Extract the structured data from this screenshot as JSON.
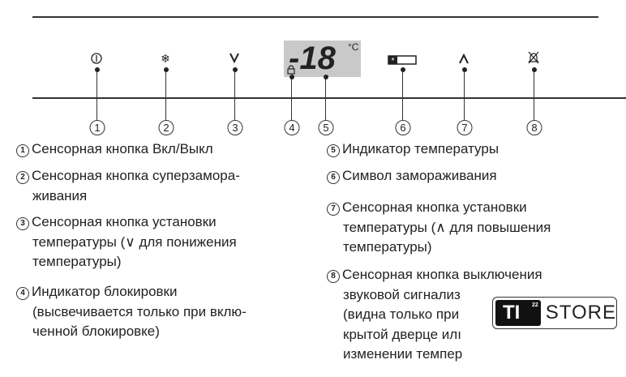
{
  "diagram": {
    "display_temperature": "-18",
    "display_unit": "°C",
    "markers": [
      {
        "number": "1",
        "icon": "power-icon",
        "glyph": "⏀"
      },
      {
        "number": "2",
        "icon": "snowflake-icon",
        "glyph": "❄"
      },
      {
        "number": "3",
        "icon": "chevron-down-icon",
        "glyph": "∨"
      },
      {
        "number": "4",
        "icon": "lock-icon",
        "glyph": "🔒"
      },
      {
        "number": "5",
        "icon": "temperature-display",
        "glyph": ""
      },
      {
        "number": "6",
        "icon": "freeze-symbol-icon",
        "glyph": ""
      },
      {
        "number": "7",
        "icon": "chevron-up-icon",
        "glyph": "∧"
      },
      {
        "number": "8",
        "icon": "alarm-off-icon",
        "glyph": "🔕"
      }
    ]
  },
  "legend_left": [
    {
      "n": "1",
      "lines": [
        "Сенсорная кнопка Вкл/Выкл"
      ]
    },
    {
      "n": "2",
      "lines": [
        "Сенсорная кнопка суперзамора-",
        "живания"
      ]
    },
    {
      "n": "3",
      "lines": [
        "Сенсорная кнопка установки",
        "температуры (∨ для понижения",
        "температуры)"
      ]
    },
    {
      "n": "4",
      "lines": [
        "Индикатор блокировки",
        "(высвечивается только при вклю-",
        "ченной блокировке)"
      ]
    }
  ],
  "legend_right": [
    {
      "n": "5",
      "lines": [
        "Индикатор температуры"
      ]
    },
    {
      "n": "6",
      "lines": [
        "Символ замораживания"
      ]
    },
    {
      "n": "7",
      "lines": [
        "Сенсорная кнопка установки",
        "температуры (∧ для повышения",
        "температуры)"
      ]
    },
    {
      "n": "8",
      "lines": [
        "Сенсорная кнопка выключения",
        "звуковой сигнализ",
        "(видна только при",
        "крытой дверце илı",
        "изменении темпер"
      ]
    }
  ],
  "watermark": {
    "badge": "TI",
    "superscript": "22",
    "text": "STORE"
  }
}
